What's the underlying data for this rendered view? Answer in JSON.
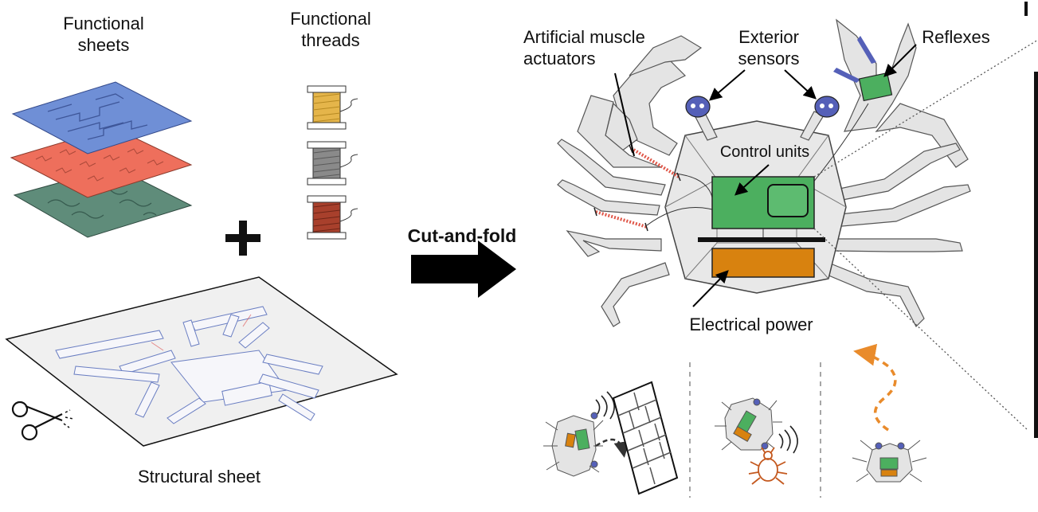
{
  "left_panel": {
    "functional_sheets_label": [
      "Functional",
      "sheets"
    ],
    "functional_threads_label": [
      "Functional",
      "threads"
    ],
    "structural_sheet_label": "Structural sheet",
    "plus_symbol": "+",
    "sheet_colors": {
      "top": "#6f8fd6",
      "middle": "#ee6f5c",
      "bottom": "#5f8c7a"
    },
    "thread_colors": [
      "#e5b54a",
      "#8a8a8a",
      "#a8402c"
    ],
    "scissors_icon": "scissors-icon"
  },
  "process": {
    "arrow_label": "Cut-and-fold"
  },
  "crab": {
    "artificial_muscle_label": [
      "Artificial muscle",
      "actuators"
    ],
    "exterior_sensors_label": [
      "Exterior",
      "sensors"
    ],
    "reflexes_label": "Reflexes",
    "control_units_label": "Control units",
    "electrical_power_label": "Electrical power",
    "colors": {
      "control": "#4caf5f",
      "power": "#d8820f",
      "sensor": "#5560b8",
      "muscle": "#e0584a",
      "body": "#e4e4e4"
    }
  },
  "behaviors": {
    "scene_1": "crab-near-wall",
    "scene_2": "crab-with-bug",
    "scene_3": "crab-turning-path",
    "path_color": "#e98b2b"
  }
}
